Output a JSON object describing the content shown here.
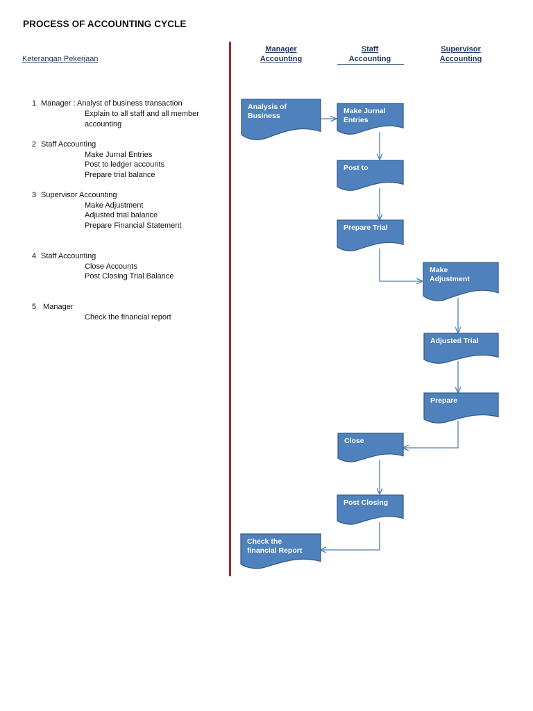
{
  "page": {
    "title": "PROCESS OF ACCOUNTING CYCLE",
    "legend_heading": "Keterangan Pekerjaan"
  },
  "columns": [
    {
      "line1": "Manager",
      "line2": "Accounting"
    },
    {
      "line1": "Staff",
      "line2": "Accounting"
    },
    {
      "line1": "Supervisor",
      "line2": "Accounting"
    }
  ],
  "steps": [
    {
      "num": "1",
      "role": "Manager : Analyst of business transaction",
      "tasks": [
        "Explain to all staff and all member",
        "accounting"
      ]
    },
    {
      "num": "2",
      "role": "Staff Accounting",
      "tasks": [
        "Make Jurnal Entries",
        "Post to ledger accounts",
        "Prepare trial balance"
      ]
    },
    {
      "num": "3",
      "role": "Supervisor Accounting",
      "tasks": [
        "Make Adjustment",
        "Adjusted trial balance",
        "Prepare Financial Statement"
      ]
    },
    {
      "num": "4",
      "role": "Staff Accounting",
      "tasks": [
        "Close Accounts",
        "Post Closing Trial Balance"
      ]
    },
    {
      "num": "5",
      "role": " Manager",
      "tasks": [
        "Check the financial report"
      ]
    }
  ],
  "flow_nodes": [
    {
      "id": "analysis",
      "label": "Analysis of\nBusiness"
    },
    {
      "id": "jurnal",
      "label": "Make Jurnal\nEntries"
    },
    {
      "id": "post",
      "label": "Post to"
    },
    {
      "id": "prepare_trial",
      "label": "Prepare Trial"
    },
    {
      "id": "adjustment",
      "label": "Make\nAdjustment"
    },
    {
      "id": "adjusted_trial",
      "label": "Adjusted Trial"
    },
    {
      "id": "prepare",
      "label": "Prepare"
    },
    {
      "id": "close",
      "label": "Close"
    },
    {
      "id": "post_closing",
      "label": "Post Closing"
    },
    {
      "id": "check",
      "label": "Check the\nfinancial Report"
    }
  ],
  "colors": {
    "node_fill": "#4f81bd",
    "node_stroke": "#385d8a",
    "arrow": "#4a7ebb",
    "divider": "#9b2d2d"
  }
}
